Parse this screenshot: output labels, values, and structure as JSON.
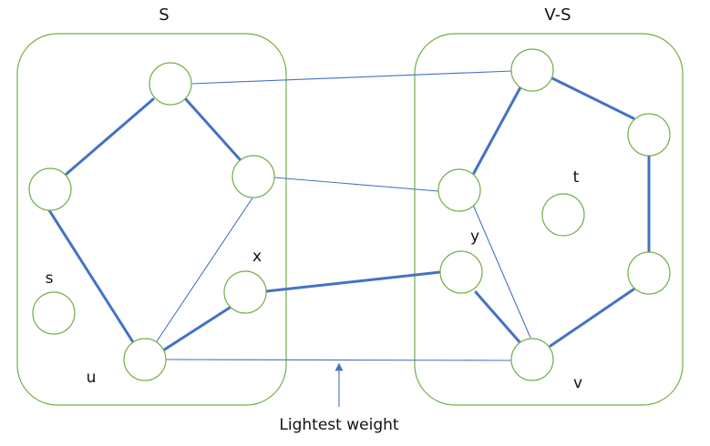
{
  "sets": {
    "left_title": "S",
    "right_title": "V-S"
  },
  "labels": {
    "s": "s",
    "u": "u",
    "x": "x",
    "y": "y",
    "t": "t",
    "v": "v"
  },
  "annotation": {
    "text": "Lightest weight"
  },
  "colors": {
    "set_border": "#70ad47",
    "node_border": "#70ad47",
    "edge": "#4472c4",
    "text": "#111111"
  }
}
